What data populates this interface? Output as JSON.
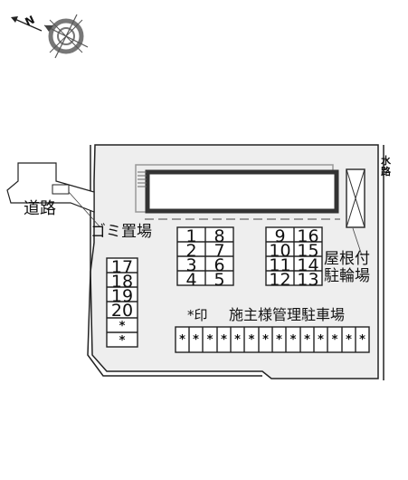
{
  "compass": {
    "north_letter": "N",
    "icon": "compass-icon"
  },
  "labels": {
    "road": "道路",
    "garbage": "ゴミ置場",
    "bike_line1": "屋根付",
    "bike_line2": "駐輪場",
    "water_line1": "水",
    "water_line2": "路",
    "mark": "*印",
    "owner_parking": "施主様管理駐車場"
  },
  "parking": {
    "block_a_left": [
      "1",
      "2",
      "3",
      "4"
    ],
    "block_a_right": [
      "8",
      "7",
      "6",
      "5"
    ],
    "block_b_left": [
      "9",
      "10",
      "11",
      "12"
    ],
    "block_b_right": [
      "16",
      "15",
      "14",
      "13"
    ],
    "block_c": [
      "17",
      "18",
      "19",
      "20",
      "*",
      "*"
    ],
    "bottom_row": [
      "*",
      "*",
      "*",
      "*",
      "*",
      "*",
      "*",
      "*",
      "*",
      "*",
      "*",
      "*",
      "*",
      "*"
    ]
  }
}
